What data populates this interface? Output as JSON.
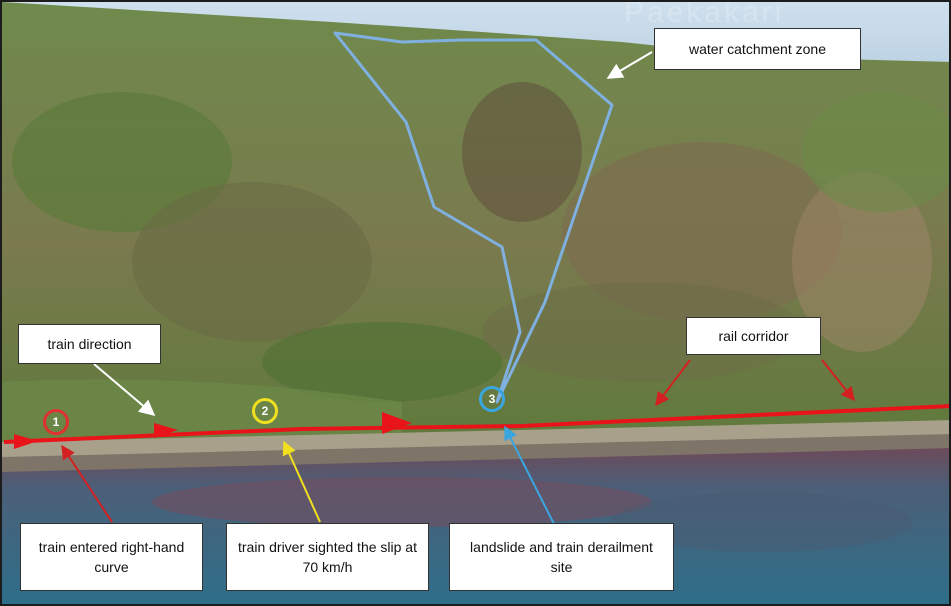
{
  "watermark": "Paekakari",
  "markers": [
    {
      "label": "1",
      "color": "#e03030"
    },
    {
      "label": "2",
      "color": "#f0e020"
    },
    {
      "label": "3",
      "color": "#3aa6e0"
    }
  ],
  "callouts": {
    "water_catchment": "water catchment zone",
    "train_direction": "train direction",
    "rail_corridor": "rail corridor",
    "right_hand_curve": "train entered right-hand curve",
    "driver_sighted": "train driver sighted the slip at 70 km/h",
    "landslide_site": "landslide and train derailment site"
  },
  "colors": {
    "rail_line": "#e8141a",
    "catchment_outline": "#7fb0e0",
    "arrow_white": "#ffffff",
    "arrow_red": "#d42020",
    "arrow_yellow": "#f0e020",
    "arrow_blue": "#3aa6e0"
  }
}
